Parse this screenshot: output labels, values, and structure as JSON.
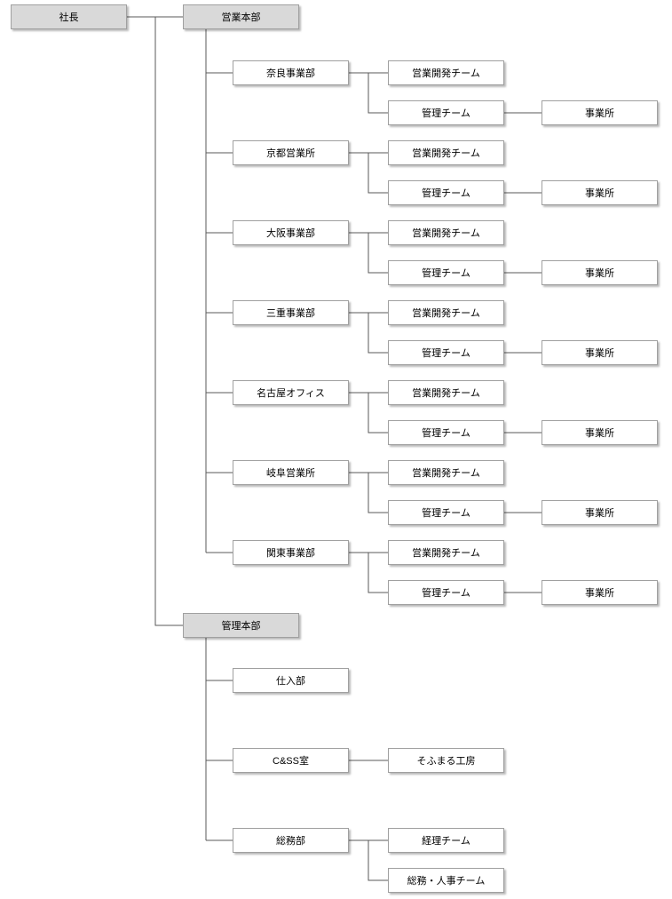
{
  "colors": {
    "top_node_fill": "#d9d9d9",
    "node_fill": "#ffffff",
    "node_border": "#a0a0a0",
    "connector": "#595959",
    "text": "#000000"
  },
  "nodes": {
    "president": {
      "label": "社長"
    },
    "sales_hq": {
      "label": "営業本部",
      "divisions": [
        {
          "label": "奈良事業部",
          "teams": [
            "営業開発チーム",
            "管理チーム"
          ],
          "office": "事業所"
        },
        {
          "label": "京都営業所",
          "teams": [
            "営業開発チーム",
            "管理チーム"
          ],
          "office": "事業所"
        },
        {
          "label": "大阪事業部",
          "teams": [
            "営業開発チーム",
            "管理チーム"
          ],
          "office": "事業所"
        },
        {
          "label": "三重事業部",
          "teams": [
            "営業開発チーム",
            "管理チーム"
          ],
          "office": "事業所"
        },
        {
          "label": "名古屋オフィス",
          "teams": [
            "営業開発チーム",
            "管理チーム"
          ],
          "office": "事業所"
        },
        {
          "label": "岐阜営業所",
          "teams": [
            "営業開発チーム",
            "管理チーム"
          ],
          "office": "事業所"
        },
        {
          "label": "関東事業部",
          "teams": [
            "営業開発チーム",
            "管理チーム"
          ],
          "office": "事業所"
        }
      ]
    },
    "admin_hq": {
      "label": "管理本部",
      "departments": [
        {
          "label": "仕入部",
          "children": []
        },
        {
          "label": "C&SS室",
          "children": [
            "そふまる工房"
          ]
        },
        {
          "label": "総務部",
          "children": [
            "経理チーム",
            "総務・人事チーム"
          ]
        }
      ]
    }
  }
}
